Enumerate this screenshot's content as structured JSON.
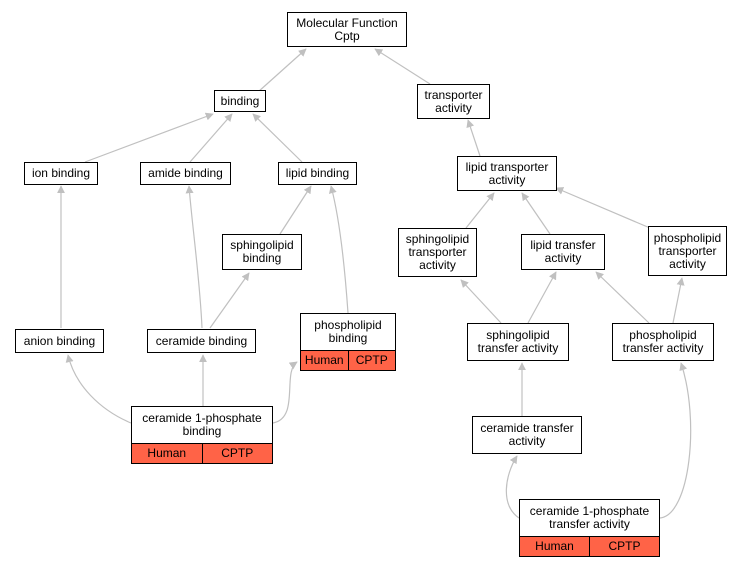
{
  "colors": {
    "edge": "#c0c0c0",
    "annotation": "#ff6347",
    "border": "#000000"
  },
  "nodes": {
    "mf_root": {
      "line1": "Molecular Function",
      "line2": "Cptp"
    },
    "binding": {
      "line1": "binding"
    },
    "transporter_activity": {
      "line1": "transporter",
      "line2": "activity"
    },
    "ion_binding": {
      "line1": "ion binding"
    },
    "amide_binding": {
      "line1": "amide binding"
    },
    "lipid_binding": {
      "line1": "lipid binding"
    },
    "lipid_transporter_activity": {
      "line1": "lipid transporter",
      "line2": "activity"
    },
    "sphingolipid_binding": {
      "line1": "sphingolipid",
      "line2": "binding"
    },
    "sphingolipid_transporter_activity": {
      "line1": "sphingolipid",
      "line2": "transporter",
      "line3": "activity"
    },
    "lipid_transfer_activity": {
      "line1": "lipid transfer",
      "line2": "activity"
    },
    "phospholipid_transporter_activity": {
      "line1": "phospholipid",
      "line2": "transporter",
      "line3": "activity"
    },
    "anion_binding": {
      "line1": "anion binding"
    },
    "ceramide_binding": {
      "line1": "ceramide binding"
    },
    "phospholipid_binding": {
      "line1": "phospholipid",
      "line2": "binding",
      "tag1": "Human",
      "tag2": "CPTP"
    },
    "sphingolipid_transfer_activity": {
      "line1": "sphingolipid",
      "line2": "transfer activity"
    },
    "phospholipid_transfer_activity": {
      "line1": "phospholipid",
      "line2": "transfer activity"
    },
    "ceramide_1_phosphate_binding": {
      "line1": "ceramide 1-phosphate",
      "line2": "binding",
      "tag1": "Human",
      "tag2": "CPTP"
    },
    "ceramide_transfer_activity": {
      "line1": "ceramide transfer",
      "line2": "activity"
    },
    "ceramide_1_phosphate_transfer_activity": {
      "line1": "ceramide 1-phosphate",
      "line2": "transfer activity",
      "tag1": "Human",
      "tag2": "CPTP"
    }
  }
}
